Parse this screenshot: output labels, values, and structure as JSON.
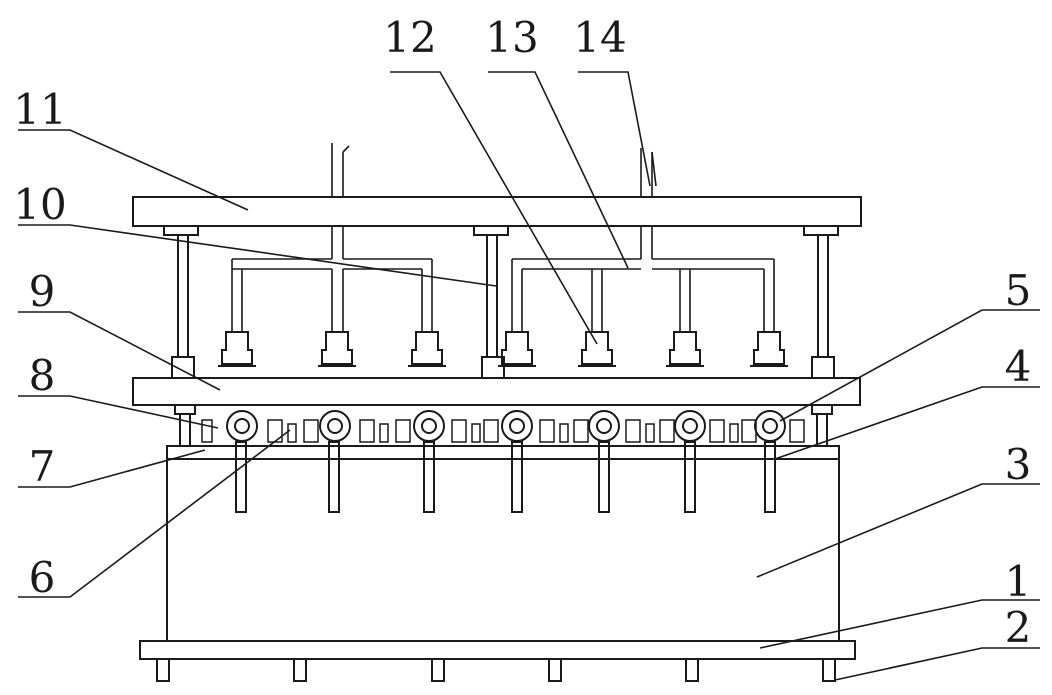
{
  "figure": {
    "stroke_color": "#1a1a1a",
    "background": "#ffffff"
  },
  "labels": {
    "n1": "1",
    "n2": "2",
    "n3": "3",
    "n4": "4",
    "n5": "5",
    "n6": "6",
    "n7": "7",
    "n8": "8",
    "n9": "9",
    "n10": "10",
    "n11": "11",
    "n12": "12",
    "n13": "13",
    "n14": "14"
  }
}
